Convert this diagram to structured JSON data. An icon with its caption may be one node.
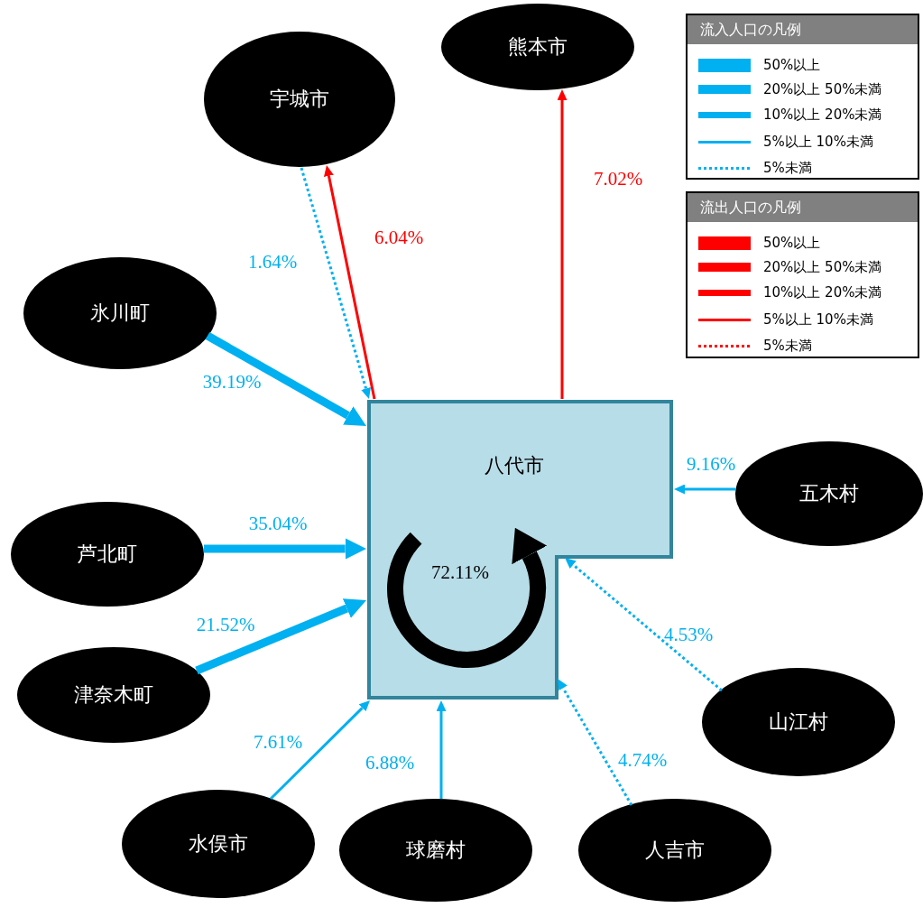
{
  "diagram": {
    "nodes": [
      {
        "text": [
          "熊本市"
        ]
      },
      {
        "text": [
          "宇城市"
        ]
      },
      {
        "text": [
          "氷川町"
        ]
      },
      {
        "text": [
          "八代市"
        ]
      },
      {
        "text": [
          "五木村"
        ]
      },
      {
        "text": [
          "芦北町"
        ]
      },
      {
        "text": [
          "津奈木町"
        ]
      },
      {
        "text": [
          "山江村"
        ]
      },
      {
        "text": [
          "水俣市"
        ]
      },
      {
        "text": [
          "球磨村"
        ]
      },
      {
        "text": [
          "人吉市"
        ]
      }
    ],
    "edges": [
      {
        "from": 1,
        "to": 3,
        "arrow": "to",
        "label": "1.64%",
        "style": "dashed"
      },
      {
        "from": 3,
        "to": 1,
        "arrow": "to",
        "label": "6.04%",
        "color": "#ff0000"
      },
      {
        "from": 3,
        "to": 0,
        "arrow": "to",
        "label": "7.02%",
        "color": "#ff0000"
      },
      {
        "from": 2,
        "to": 3,
        "arrow": "to",
        "label": "39.19%",
        "style": "thick"
      },
      {
        "from": 5,
        "to": 3,
        "arrow": "to",
        "label": "35.04%",
        "style": "thick"
      },
      {
        "from": 6,
        "to": 3,
        "arrow": "to",
        "label": "21.52%",
        "style": "thick"
      },
      {
        "from": 8,
        "to": 3,
        "arrow": "to",
        "label": "7.61%"
      },
      {
        "from": 9,
        "to": 3,
        "arrow": "to",
        "label": "6.88%"
      },
      {
        "from": 10,
        "to": 3,
        "arrow": "to",
        "label": "4.74%",
        "style": "dashed"
      },
      {
        "from": 7,
        "to": 3,
        "arrow": "to",
        "label": "4.53%",
        "style": "dashed"
      },
      {
        "from": 4,
        "to": 3,
        "arrow": "to",
        "label": "9.16%"
      },
      {
        "from": 3,
        "to": 3,
        "arrow": "to",
        "label": "72.11%",
        "style": "thick",
        "color": "#000000"
      }
    ],
    "labels": [
      "流入人口の凡例",
      "流出人口の凡例"
    ],
    "legend": [
      {
        "text": "50%以上",
        "color": "#00b0f0"
      },
      {
        "text": "20%以上 50%未満",
        "color": "#00b0f0"
      },
      {
        "text": "10%以上 20%未満",
        "color": "#00b0f0"
      },
      {
        "text": "5%以上 10%未満",
        "color": "#00b0f0"
      },
      {
        "text": "5%未満",
        "color": "#00b0f0"
      },
      {
        "text": "50%以上",
        "color": "#ff0000"
      },
      {
        "text": "20%以上 50%未満",
        "color": "#ff0000"
      },
      {
        "text": "10%以上 20%未満",
        "color": "#ff0000"
      },
      {
        "text": "5%以上 10%未満",
        "color": "#ff0000"
      },
      {
        "text": "5%未満",
        "color": "#ff0000"
      }
    ]
  }
}
